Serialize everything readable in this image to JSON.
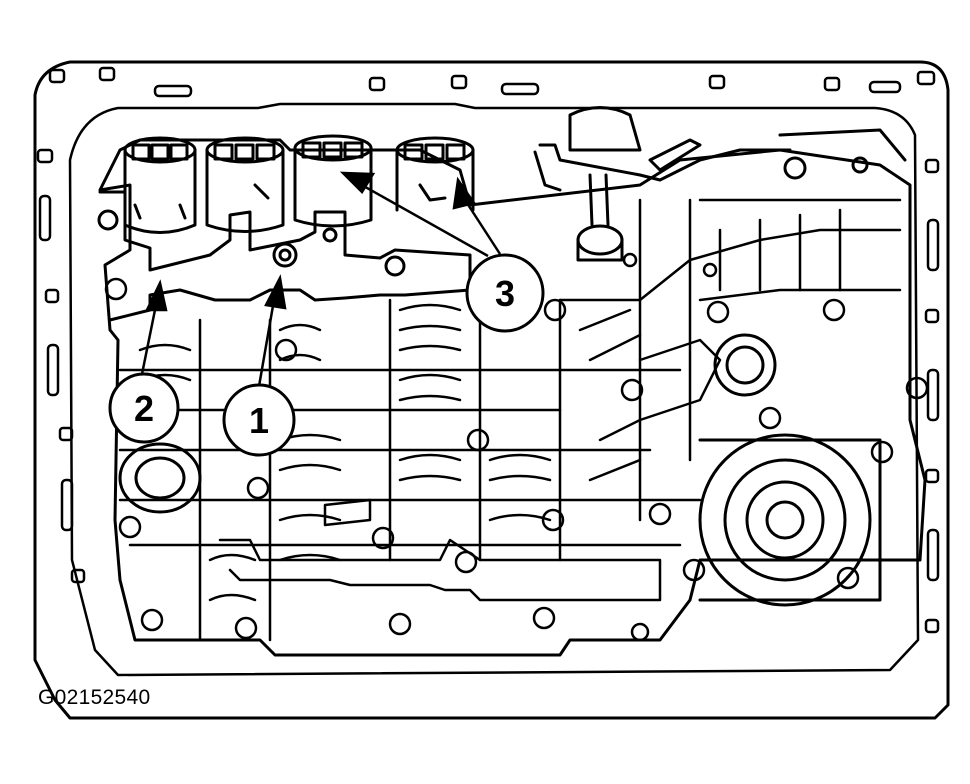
{
  "figure_id": "G02152540",
  "callouts": [
    {
      "label": "1"
    },
    {
      "label": "2"
    },
    {
      "label": "3"
    }
  ],
  "colors": {
    "line": "#000000",
    "background": "#ffffff"
  }
}
